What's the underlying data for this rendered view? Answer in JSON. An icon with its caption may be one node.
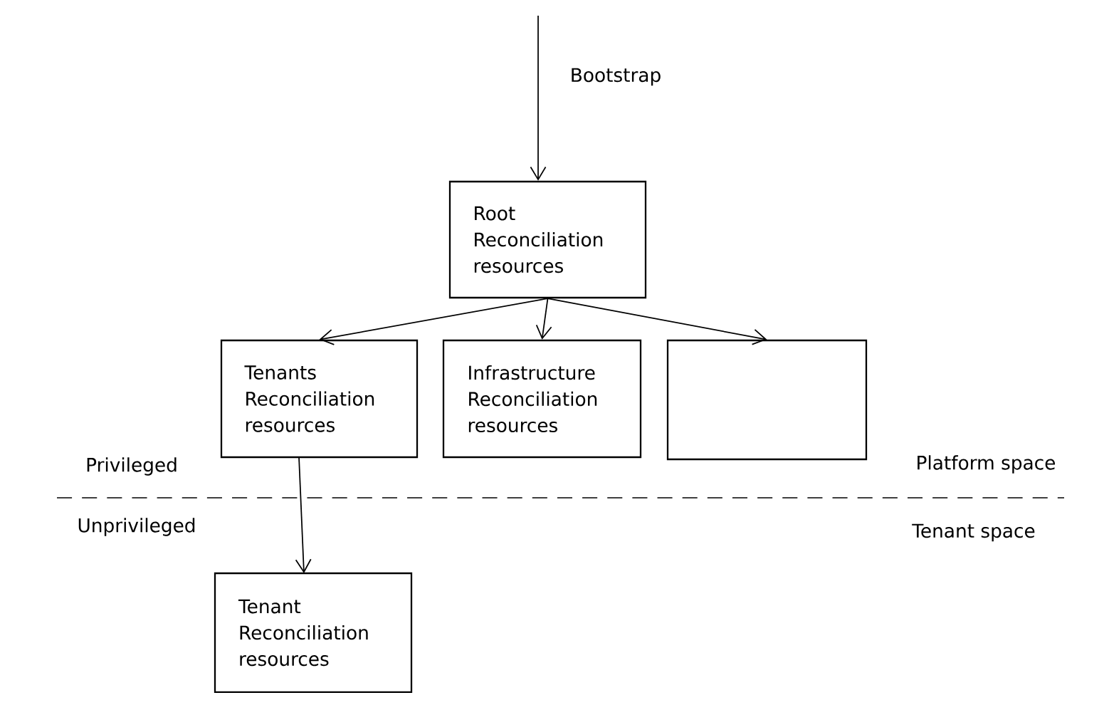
{
  "diagram": {
    "nodes": [
      {
        "text": [
          "Root Reconciliation resources"
        ]
      },
      {
        "text": [
          "Tenants Reconciliation resources"
        ]
      },
      {
        "text": [
          "Infrastructure Reconciliation resources"
        ]
      },
      {
        "text": [],
        "shape": "box"
      },
      {
        "text": [
          "Tenant Reconciliation resources"
        ]
      }
    ],
    "edges": [
      {
        "from": null,
        "to": 0,
        "arrow": "to",
        "label": "Bootstrap"
      },
      {
        "from": 0,
        "to": 1,
        "arrow": "to"
      },
      {
        "from": 0,
        "to": 2,
        "arrow": "to"
      },
      {
        "from": 0,
        "to": 3,
        "arrow": "to"
      },
      {
        "from": 1,
        "to": 4,
        "arrow": "to"
      }
    ],
    "labels": [
      "Privileged",
      "Platform space",
      "Unprivileged",
      "Tenant space"
    ]
  }
}
